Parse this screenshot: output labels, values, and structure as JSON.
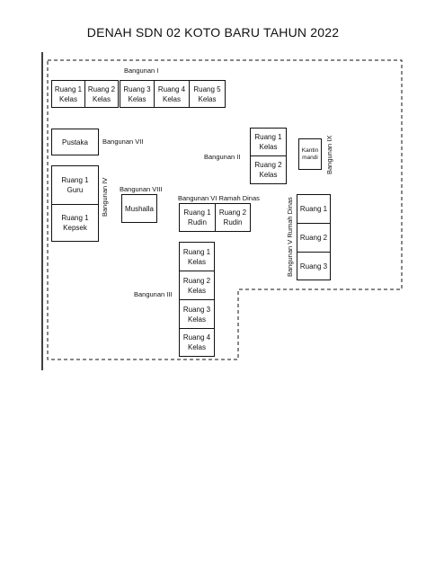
{
  "title": "DENAH SDN 02 KOTO BARU TAHUN 2022",
  "buildings": {
    "b1": "Bangunan I",
    "b2": "Bangunan II",
    "b3": "Bangunan III",
    "b4": "Bangunan IV",
    "b5": "Bangunan V Rumah Dinas",
    "b6": "Bangunan VI Ramah Dinas",
    "b7": "Bangunan VII",
    "b8": "Bangunan VIII",
    "b9": "Bangunan IX"
  },
  "rooms": {
    "b1": [
      "Ruang 1\nKelas",
      "Ruang 2\nKelas",
      "Ruang 3\nKelas",
      "Ruang 4\nKelas",
      "Ruang 5\nKelas"
    ],
    "b2": [
      "Ruang 1\nKelas",
      "Ruang 2\nKelas"
    ],
    "b3": [
      "Ruang 1\nKelas",
      "Ruang 2\nKelas",
      "Ruang 3\nKelas",
      "Ruang 4\nKelas"
    ],
    "b4": [
      "Ruang 1\nGuru",
      "Ruang 1\nKepsek"
    ],
    "b5": [
      "Ruang 1",
      "Ruang 2",
      "Ruang 3"
    ],
    "b6": [
      "Ruang 1\nRudin",
      "Ruang 2\nRudin"
    ],
    "b7": [
      "Pustaka"
    ],
    "b8": [
      "Mushalla"
    ],
    "b9": [
      "Kantin\nmandi"
    ]
  }
}
